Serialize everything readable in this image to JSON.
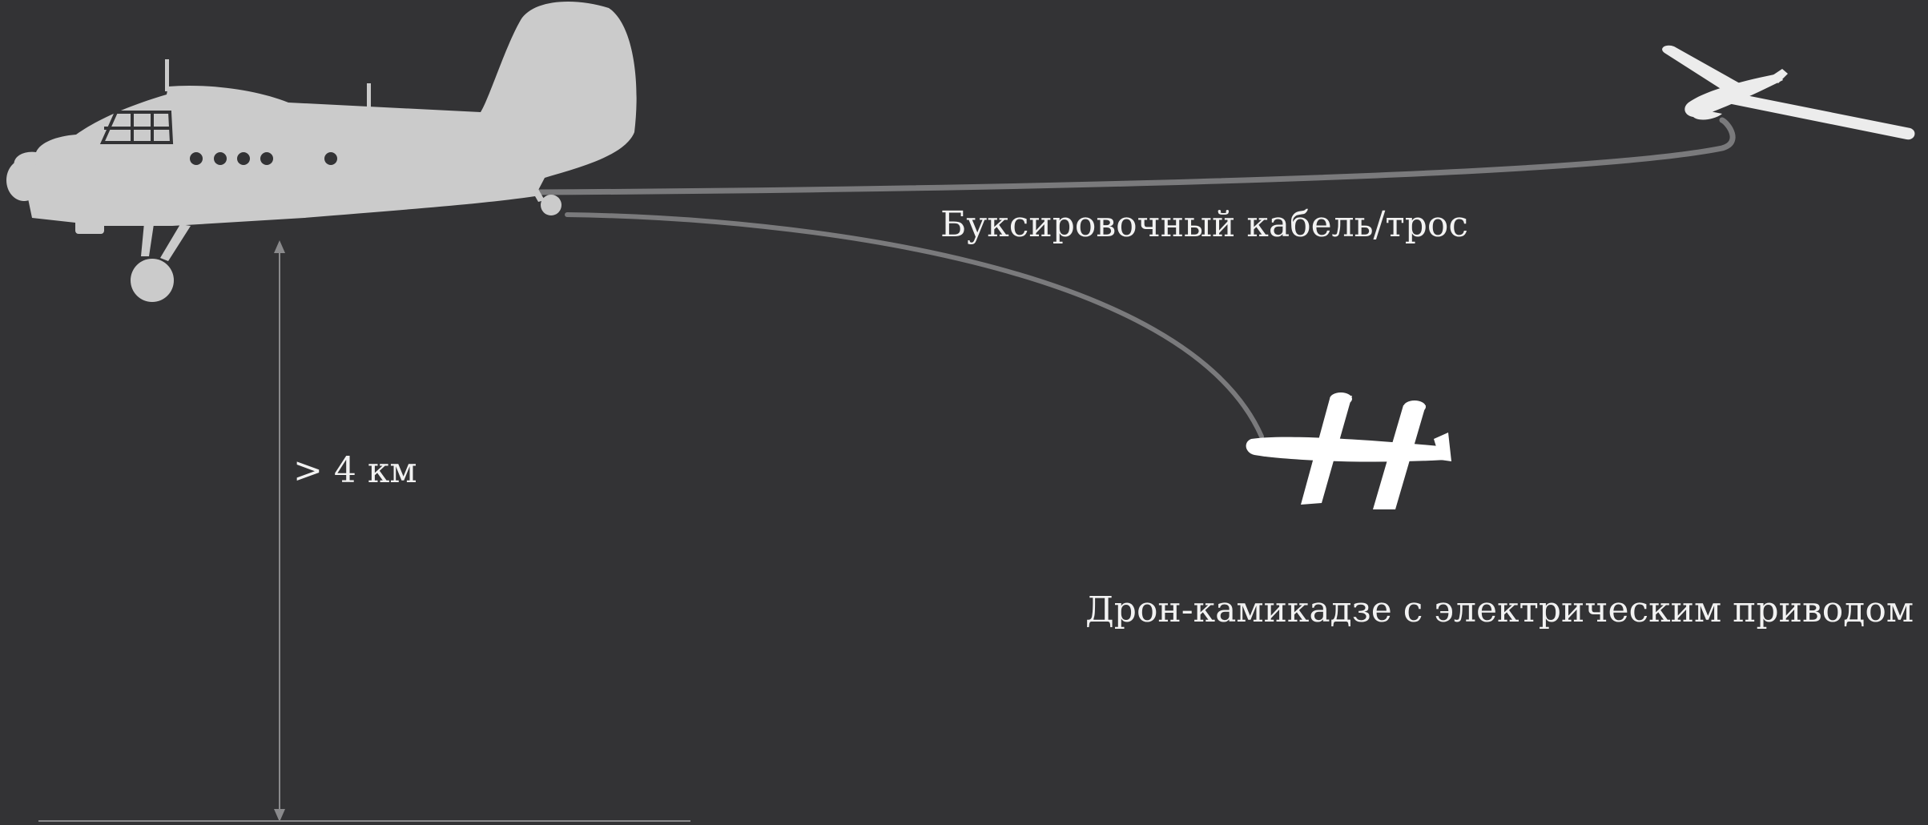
{
  "labels": {
    "altitude": "> 4 км",
    "cable": "Буксировочный кабель/трос",
    "drone": "Дрон-камикадзе с электрическим приводом"
  },
  "colors": {
    "background": "#333335",
    "aircraft": "#cbcbcb",
    "drone": "#ffffff",
    "cable": "#7a7a7c",
    "text": "#f2f2f2",
    "dimension_line": "#8a8a8c"
  },
  "icons": {
    "tow_aircraft": "biplane-silhouette-icon",
    "glider_drone": "fixed-wing-drone-icon",
    "tandem_drone": "tandem-wing-drone-icon"
  }
}
